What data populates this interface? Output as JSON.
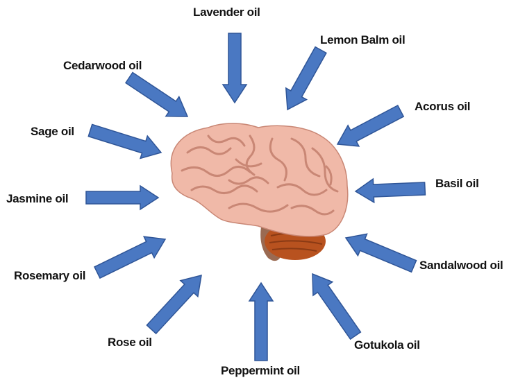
{
  "colors": {
    "arrow_fill": "#4a78c2",
    "arrow_stroke": "#2f5597",
    "brain_pink": "#f0b9a8",
    "brain_dark": "#c98775",
    "cerebellum": "#b8521f",
    "stem": "#9a6a52"
  },
  "labels": {
    "lavender": "Lavender oil",
    "lemon_balm": "Lemon Balm oil",
    "cedarwood": "Cedarwood oil",
    "acorus": "Acorus oil",
    "sage": "Sage oil",
    "basil": "Basil oil",
    "jasmine": "Jasmine oil",
    "sandalwood": "Sandalwood oil",
    "rosemary": "Rosemary oil",
    "rose": "Rose oil",
    "gotukola": "Gotukola oil",
    "peppermint": "Peppermint oil"
  },
  "center_image": "brain-illustration"
}
